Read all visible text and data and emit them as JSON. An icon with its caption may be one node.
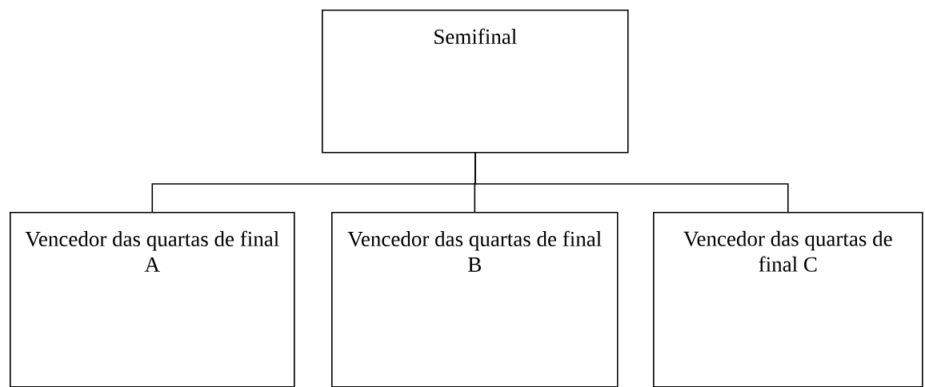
{
  "diagram": {
    "nodes": [
      {
        "text": [
          "Semifinal"
        ]
      },
      {
        "text": [
          "Vencedor das quartas de final A"
        ]
      },
      {
        "text": [
          "Vencedor das quartas de final B"
        ]
      },
      {
        "text": [
          "Vencedor das quartas de final C"
        ]
      }
    ],
    "edges": [
      {
        "from": 0,
        "to": 1,
        "arrow": "none"
      },
      {
        "from": 0,
        "to": 2,
        "arrow": "none"
      },
      {
        "from": 0,
        "to": 3,
        "arrow": "none"
      }
    ]
  }
}
